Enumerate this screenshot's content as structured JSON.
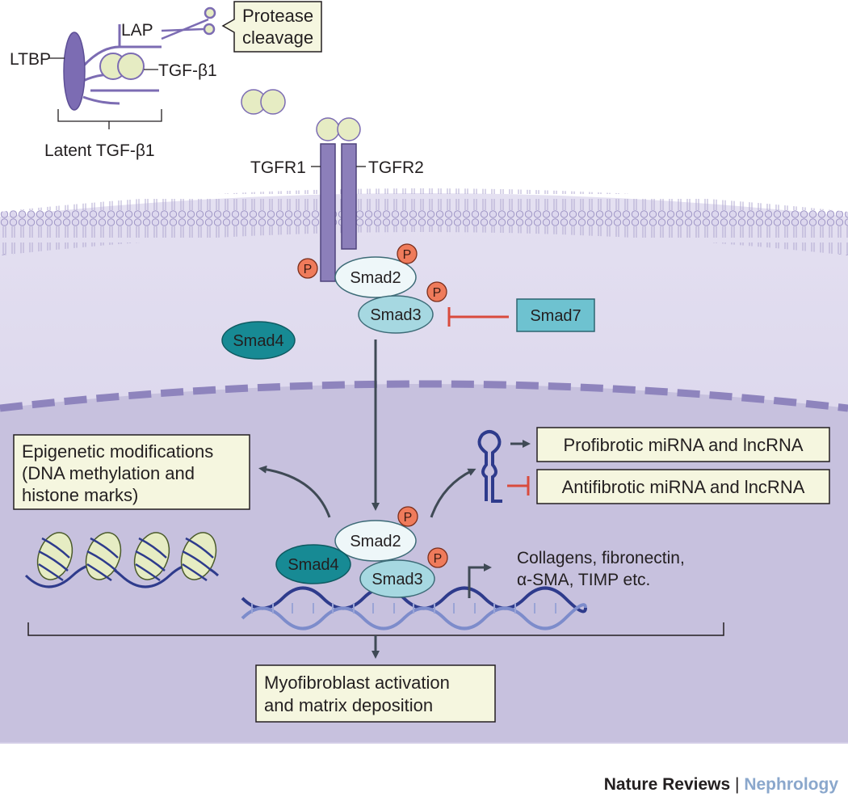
{
  "colors": {
    "cytoplasm": "#d9d4ea",
    "nucleus": "#c4bedd",
    "receptor": "#8c7fba",
    "ltbp": "#7c6cb3",
    "tgf_ligand": "#e6ecc3",
    "box_fill": "#f5f6df",
    "smad23": "#a6d8e1",
    "smad4": "#178a94",
    "smad7": "#6ec2d0",
    "phospho": "#ef7b5b",
    "inhibit": "#d94b3d",
    "arrow": "#3f4a55",
    "dna": "#2e3b8c",
    "credit_blue": "#8aa7cc"
  },
  "labels": {
    "ltbp": "LTBP",
    "lap": "LAP",
    "tgf_beta1": "TGF-β1",
    "latent_tgf_beta1": "Latent TGF-β1",
    "protease_line1": "Protease",
    "protease_line2": "cleavage",
    "tgfr1": "TGFR1",
    "tgfr2": "TGFR2",
    "smad2": "Smad2",
    "smad3": "Smad3",
    "smad4": "Smad4",
    "smad7": "Smad7",
    "phospho": "P",
    "epigenetic_line1": "Epigenetic modifications",
    "epigenetic_line2": "(DNA methylation and",
    "epigenetic_line3": "histone marks)",
    "profibrotic": "Profibrotic miRNA and lncRNA",
    "antifibrotic": "Antifibrotic miRNA and lncRNA",
    "targets_line1": "Collagens, fibronectin,",
    "targets_line2": "α-SMA, TIMP etc.",
    "outcome_line1": "Myofibroblast activation",
    "outcome_line2": "and matrix deposition"
  },
  "credit": {
    "journal": "Nature Reviews",
    "separator": "|",
    "section": "Nephrology"
  }
}
